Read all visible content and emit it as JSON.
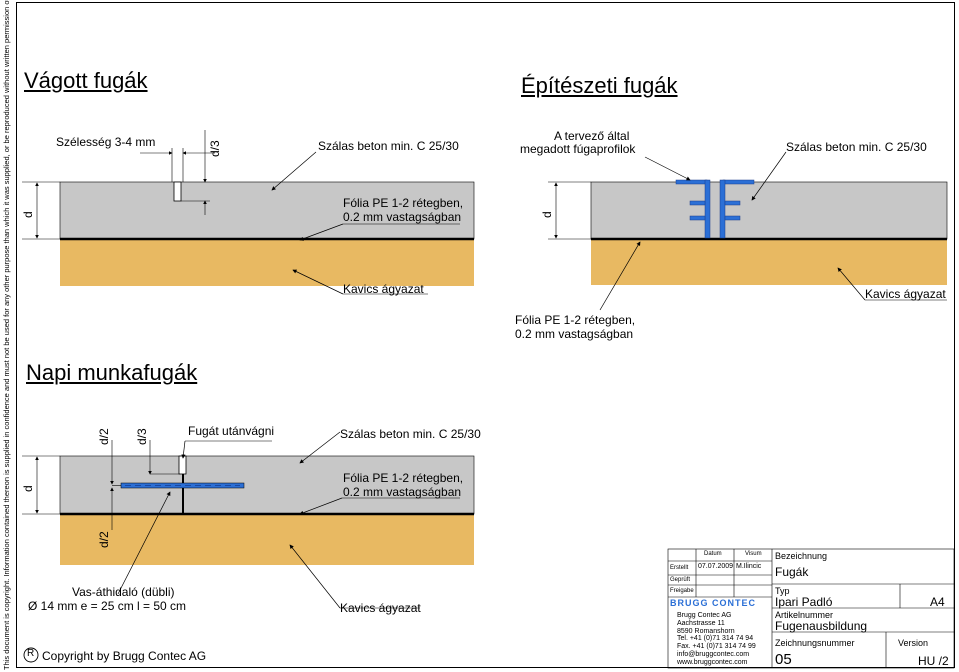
{
  "sidebar_text": "This document is copyright. Information contained thereon is supplied in confidence and must not be used for any other purpose than which it was supplied, or be reproduced without written permission of the owners.",
  "sections": {
    "cut_joints": {
      "title": "Vágott fugák",
      "width_label": "Szélesség 3-4 mm",
      "depth_third": "d/3",
      "depth": "d",
      "concrete": "Szálas beton min. C 25/30",
      "foil_line1": "Fólia PE 1-2 rétegben,",
      "foil_line2": "0.2 mm vastagságban",
      "gravel": "Kavics ágyazat"
    },
    "daily_joints": {
      "title": "Napi munkafugák",
      "depth_half_top": "d/2",
      "depth_third": "d/3",
      "depth_half_bottom": "d/2",
      "depth": "d",
      "cut_after": "Fugát utánvágni",
      "concrete": "Szálas beton min. C 25/30",
      "foil_line1": "Fólia PE 1-2 rétegben,",
      "foil_line2": "0.2 mm vastagságban",
      "dowel_line1": "Vas-áthidaló (dübli)",
      "dowel_line2": "Ø 14 mm  e = 25 cm  l = 50 cm",
      "gravel": "Kavics ágyazat"
    },
    "architectural_joints": {
      "title": "Építészeti fugák",
      "profile_line1": "A tervező által",
      "profile_line2": "megadott fúgaprofilok",
      "concrete": "Szálas beton min. C 25/30",
      "depth": "d",
      "foil_line1": "Fólia PE 1-2 rétegben,",
      "foil_line2": "0.2 mm vastagságban",
      "gravel": "Kavics ágyazat"
    }
  },
  "copyright": {
    "symbol": "R",
    "text": "Copyright by Brugg Contec AG"
  },
  "title_block": {
    "col_date": "Datum",
    "col_visum": "Visum",
    "row_erstellt": "Erstellt",
    "row_geprueft": "Geprüft",
    "row_freigabe": "Freigabe",
    "date": "07.07.2009",
    "visum": "M.Ilincic",
    "logo": "BRUGG CONTEC",
    "company_lines": [
      "Brugg Contec AG",
      "Aachstrasse 11",
      "8590 Romanshorn",
      "Tel. +41 (0)71 314 74 94",
      "Fax. +41 (0)71 314 74 99",
      "info@bruggcontec.com",
      "www.bruggcontec.com"
    ],
    "bezeichnung_label": "Bezeichnung",
    "bezeichnung": "Fugák",
    "typ_label": "Typ",
    "typ": "Ipari Padló",
    "format": "A4",
    "artikel_label": "Artikelnummer",
    "artikel": "Fugenausbildung",
    "zeichnung_label": "Zeichnungsnummer",
    "zeichnung": "05",
    "version_label": "Version",
    "version": "HU /2"
  },
  "colors": {
    "concrete": "#c7c7c7",
    "gravel": "#e8b962",
    "profile": "#2b6fd6",
    "dowel": "#2b6fd6",
    "foil": "#000000"
  }
}
